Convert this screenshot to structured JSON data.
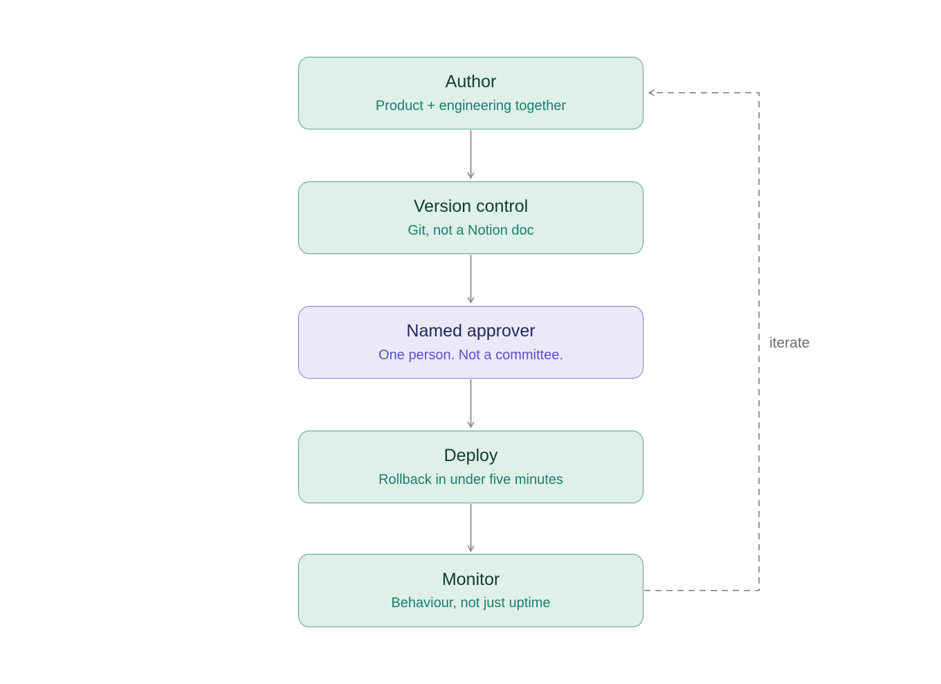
{
  "diagram": {
    "type": "flowchart",
    "direction": "top-down",
    "nodes": [
      {
        "id": "author",
        "title": "Author",
        "subtitle": "Product + engineering together",
        "variant": "green"
      },
      {
        "id": "version-control",
        "title": "Version control",
        "subtitle": "Git, not a Notion doc",
        "variant": "green"
      },
      {
        "id": "named-approver",
        "title": "Named approver",
        "subtitle": "One person. Not a committee.",
        "variant": "purple"
      },
      {
        "id": "deploy",
        "title": "Deploy",
        "subtitle": "Rollback in under five minutes",
        "variant": "green"
      },
      {
        "id": "monitor",
        "title": "Monitor",
        "subtitle": "Behaviour, not just uptime",
        "variant": "green"
      }
    ],
    "edges": [
      {
        "from": "author",
        "to": "version-control",
        "style": "solid",
        "label": ""
      },
      {
        "from": "version-control",
        "to": "named-approver",
        "style": "solid",
        "label": ""
      },
      {
        "from": "named-approver",
        "to": "deploy",
        "style": "solid",
        "label": ""
      },
      {
        "from": "deploy",
        "to": "monitor",
        "style": "solid",
        "label": ""
      },
      {
        "from": "monitor",
        "to": "author",
        "style": "dashed",
        "label": "iterate"
      }
    ],
    "feedback_label": "iterate",
    "colors": {
      "green_node_bg": "#def0e7",
      "green_node_border": "#5aa28b",
      "green_title_text": "#113a36",
      "green_subtitle_text": "#1a7d70",
      "purple_node_bg": "#ebe9f8",
      "purple_node_border": "#8b7ed0",
      "purple_title_text": "#26265e",
      "purple_subtitle_text": "#5b4fc9",
      "connector_gray": "#8a8a8a",
      "edge_label_gray": "#6b6b6b",
      "background": "#ffffff"
    }
  }
}
